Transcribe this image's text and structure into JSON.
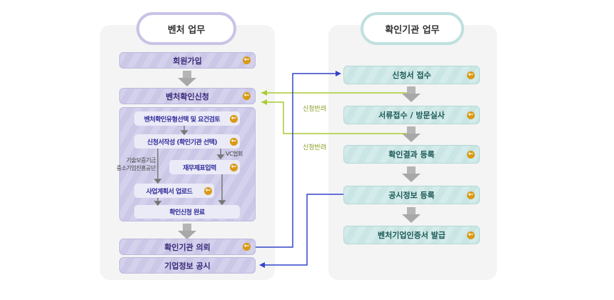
{
  "colors": {
    "venture_accent": "#c9c3e6",
    "agency_accent": "#bfe0df",
    "forward_line": "#3344cc",
    "return_line": "#a8cc30",
    "go_icon": "#d99a12"
  },
  "venture": {
    "title": "벤처 업무",
    "steps": {
      "join": "회원가입",
      "apply": "벤처확인신청",
      "request": "확인기관 의뢰",
      "publish": "기업정보 공시"
    },
    "substeps": {
      "type_select": "벤처확인유형선택 및 요건검토",
      "write_form": "신청서작성 (확인기관 선택)",
      "finance_input": "재무제표입력",
      "plan_upload": "사업계획서 업로드",
      "complete": "확인신청 완료"
    },
    "side_labels": {
      "agency_left_line1": "기술보증기금",
      "agency_left_line2": "중소기업진흥공단",
      "agency_right": "VC협회"
    }
  },
  "agency": {
    "title": "확인기관 업무",
    "steps": {
      "receive": "신청서 접수",
      "review": "서류접수 / 방문실사",
      "register_result": "확인결과 등록",
      "register_public": "공시정보 등록",
      "issue_cert": "벤처기업인증서 발급"
    }
  },
  "connectors": {
    "return_label_1": "신청반려",
    "return_label_2": "신청반려"
  },
  "icons": {
    "go": "arrow-left-circle-icon"
  }
}
